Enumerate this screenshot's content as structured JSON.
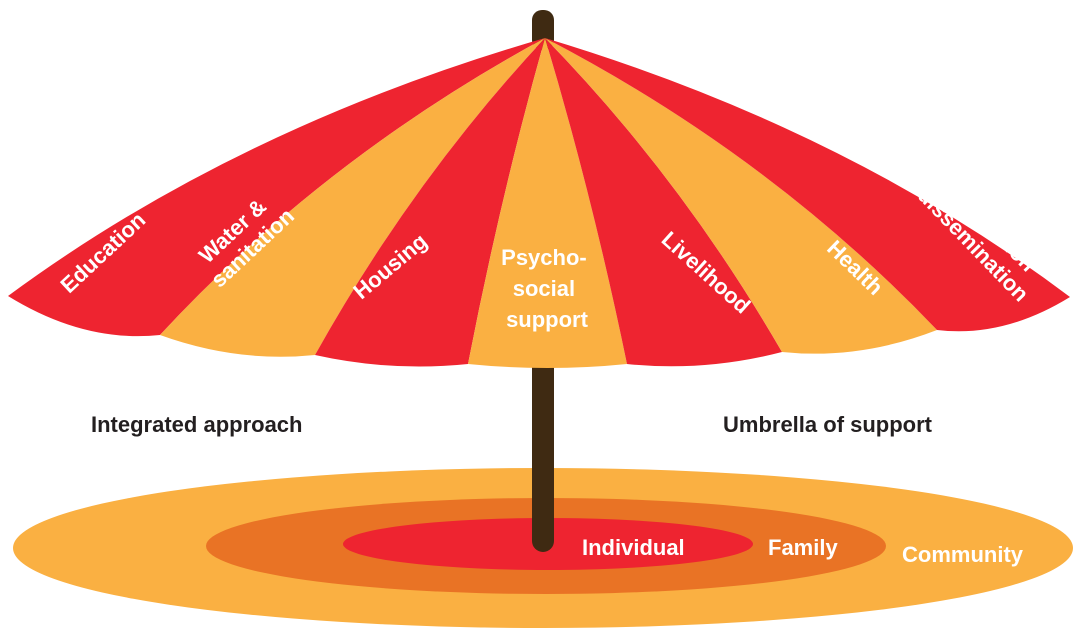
{
  "colors": {
    "red": "#ee2430",
    "orange": "#fab042",
    "dark_orange": "#e97325",
    "pole": "#3f2a12",
    "text_dark": "#231f20"
  },
  "umbrella": {
    "segments": [
      {
        "lines": [
          "Education"
        ],
        "color": "red"
      },
      {
        "lines": [
          "Water &",
          "sanitation"
        ],
        "color": "orange"
      },
      {
        "lines": [
          "Housing"
        ],
        "color": "red"
      },
      {
        "lines": [
          "Psycho-",
          "social",
          "support"
        ],
        "color": "orange"
      },
      {
        "lines": [
          "Livelihood"
        ],
        "color": "red"
      },
      {
        "lines": [
          "Health"
        ],
        "color": "orange"
      },
      {
        "lines": [
          "Information",
          "dissemination"
        ],
        "color": "red"
      }
    ]
  },
  "labels": {
    "left": "Integrated approach",
    "right": "Umbrella of support"
  },
  "rings": {
    "inner": "Individual",
    "middle": "Family",
    "outer": "Community"
  }
}
